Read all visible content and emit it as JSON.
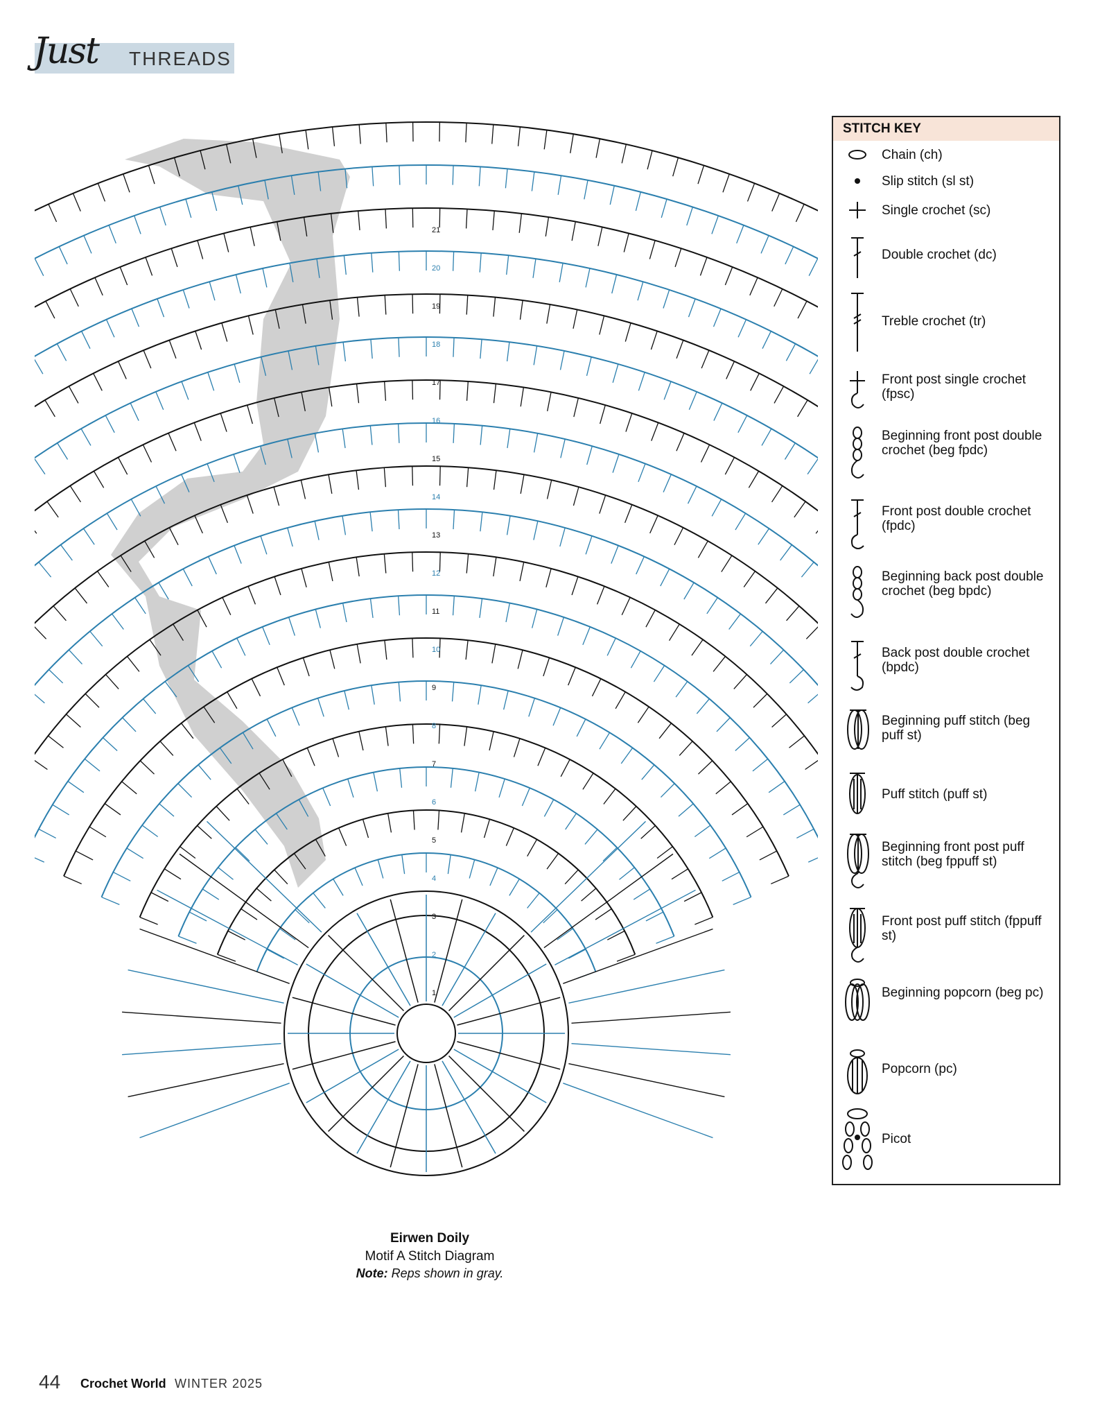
{
  "header": {
    "script_word": "Just",
    "section_word": "THREADS"
  },
  "diagram": {
    "title": "Eirwen Doily",
    "subtitle": "Motif A Stitch Diagram",
    "note_label": "Note:",
    "note_text": "Reps shown in gray.",
    "round_numbers": [
      "1",
      "2",
      "3",
      "4",
      "5",
      "6",
      "7",
      "8",
      "9",
      "10",
      "11",
      "12",
      "13",
      "14",
      "15",
      "16",
      "17",
      "18",
      "19",
      "20",
      "21"
    ],
    "colors": {
      "blue": "#2b7fae",
      "black": "#111111",
      "gray_reps": "#c8c8c8"
    }
  },
  "stitch_key": {
    "title": "STITCH KEY",
    "items": [
      {
        "icon": "chain-icon",
        "label": "Chain (ch)"
      },
      {
        "icon": "slip-stitch-icon",
        "label": "Slip stitch (sl st)"
      },
      {
        "icon": "single-crochet-icon",
        "label": "Single crochet (sc)"
      },
      {
        "icon": "double-crochet-icon",
        "label": "Double crochet (dc)"
      },
      {
        "icon": "treble-crochet-icon",
        "label": "Treble crochet (tr)"
      },
      {
        "icon": "fpsc-icon",
        "label": "Front post single crochet (fpsc)"
      },
      {
        "icon": "beg-fpdc-icon",
        "label": "Beginning front post double crochet (beg fpdc)"
      },
      {
        "icon": "fpdc-icon",
        "label": "Front post double crochet (fpdc)"
      },
      {
        "icon": "beg-bpdc-icon",
        "label": "Beginning back post double crochet (beg bpdc)"
      },
      {
        "icon": "bpdc-icon",
        "label": "Back post double crochet (bpdc)"
      },
      {
        "icon": "beg-puff-icon",
        "label": "Beginning puff stitch (beg puff st)"
      },
      {
        "icon": "puff-icon",
        "label": "Puff stitch (puff st)"
      },
      {
        "icon": "beg-fppuff-icon",
        "label": "Beginning front post puff stitch (beg fppuff st)"
      },
      {
        "icon": "fppuff-icon",
        "label": "Front post puff stitch (fppuff st)"
      },
      {
        "icon": "beg-popcorn-icon",
        "label": "Beginning popcorn (beg pc)"
      },
      {
        "icon": "popcorn-icon",
        "label": "Popcorn (pc)"
      },
      {
        "icon": "picot-icon",
        "label": "Picot"
      }
    ]
  },
  "footer": {
    "page_number": "44",
    "magazine": "Crochet World",
    "issue": "WINTER 2025"
  }
}
